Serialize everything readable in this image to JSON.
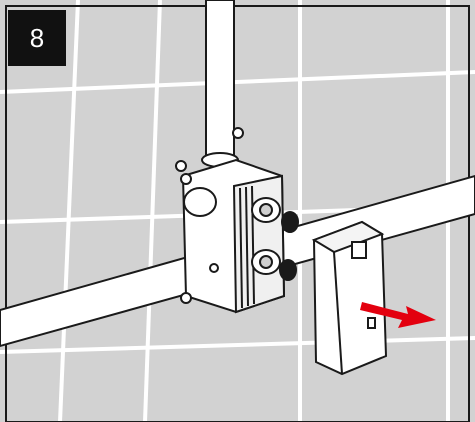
{
  "step": {
    "number": "8"
  },
  "colors": {
    "background": "#d2d2d2",
    "grout": "#ffffff",
    "line": "#1a1a1a",
    "pipe": "#ffffff",
    "arrow": "#e3000f",
    "badge": "#111111"
  },
  "icons": [
    "step-number-badge",
    "wall-tile-grid",
    "water-pipe",
    "mixer-valve-body",
    "protective-cover",
    "removal-arrow-icon"
  ]
}
